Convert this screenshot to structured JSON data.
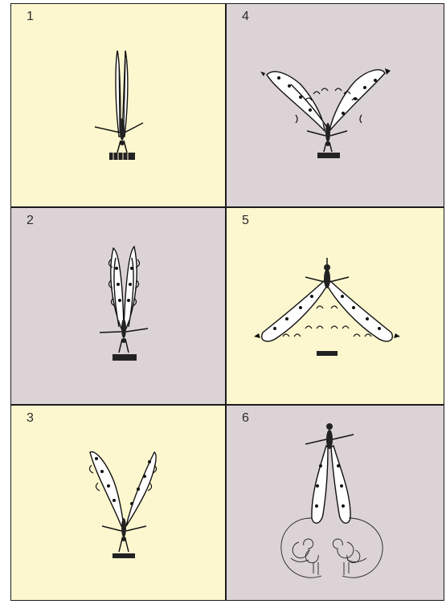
{
  "panels": [
    {
      "label": "1",
      "bg": "yellow"
    },
    {
      "label": "4",
      "bg": "grey"
    },
    {
      "label": "2",
      "bg": "grey"
    },
    {
      "label": "5",
      "bg": "yellow"
    },
    {
      "label": "3",
      "bg": "yellow"
    },
    {
      "label": "6",
      "bg": "grey"
    }
  ]
}
